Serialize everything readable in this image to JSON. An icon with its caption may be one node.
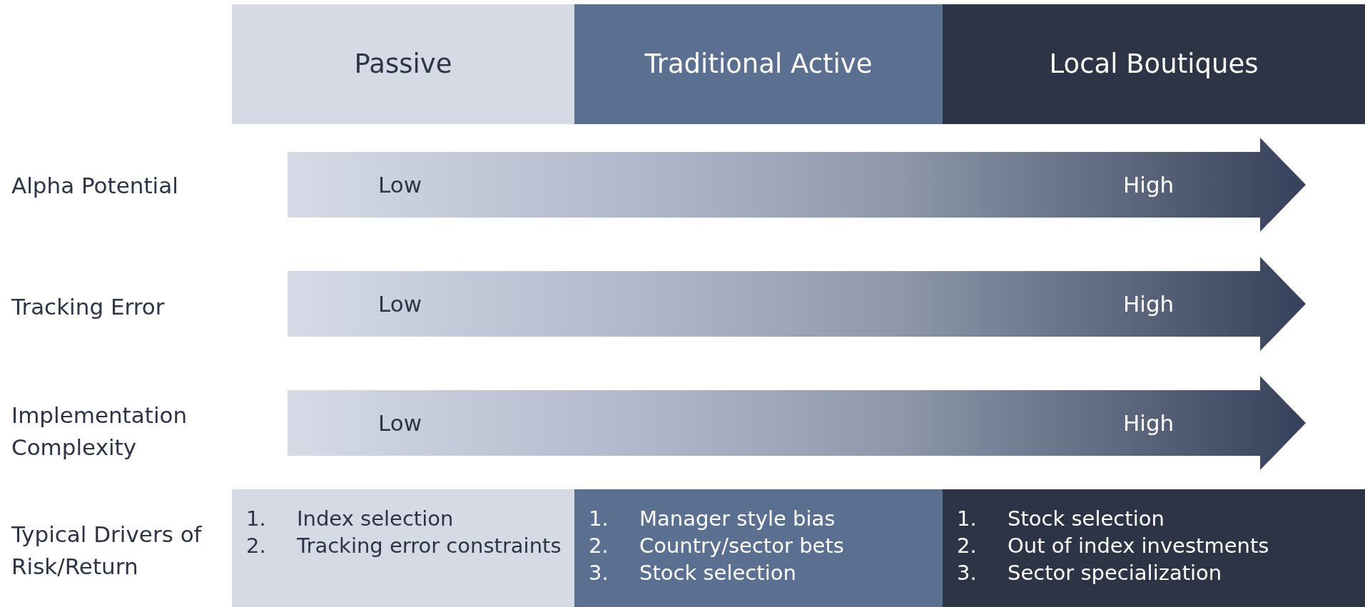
{
  "diagram": {
    "nodes": [
      {
        "text": [
          "Passive"
        ]
      },
      {
        "text": [
          "Traditional Active"
        ]
      },
      {
        "text": [
          "Local Boutiques"
        ]
      },
      {
        "text": [
          "Low",
          "High"
        ]
      },
      {
        "text": [
          "Low",
          "High"
        ]
      },
      {
        "text": [
          "Low",
          "High"
        ]
      },
      {
        "text": [
          "1. Index selection",
          "2. Tracking error constraints"
        ]
      },
      {
        "text": [
          "1. Manager style bias",
          "2. Country/sector bets",
          "3. Stock selection"
        ]
      },
      {
        "text": [
          "1. Stock selection",
          "2. Out of index investments",
          "3. Sector specialization"
        ]
      }
    ],
    "edges": [],
    "labels": [
      "Alpha Potential",
      "Tracking Error",
      "Implementation Complexity",
      "Typical Drivers of Risk/Return"
    ]
  }
}
